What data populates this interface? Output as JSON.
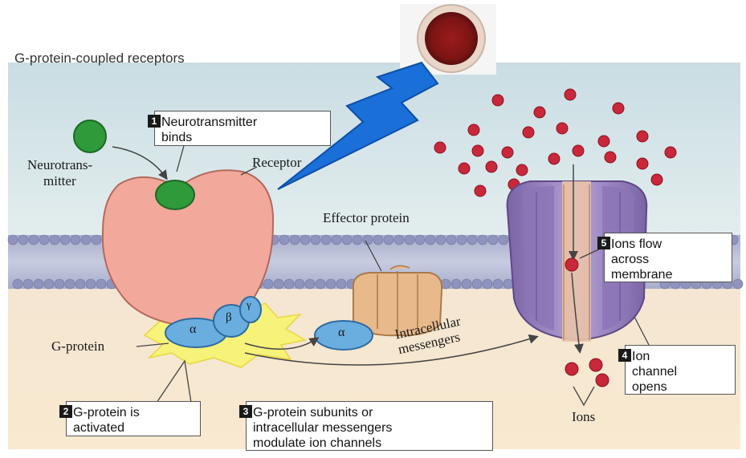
{
  "title": "G-protein-coupled receptors",
  "labels": {
    "neurotransmitter_line1": "Neurotrans-",
    "neurotransmitter_line2": "mitter",
    "receptor": "Receptor",
    "effector_protein": "Effector protein",
    "g_protein": "G-protein",
    "alpha": "α",
    "beta": "β",
    "gamma": "γ",
    "alpha_effector": "α",
    "intracellular_line1": "Intracellular",
    "intracellular_line2": "messengers",
    "ions": "Ions"
  },
  "steps": [
    {
      "number": "1",
      "lines": [
        "Neurotransmitter",
        "binds"
      ]
    },
    {
      "number": "2",
      "lines": [
        "G-protein is",
        "activated"
      ]
    },
    {
      "number": "3",
      "lines": [
        "G-protein subunits or",
        "intracellular messengers",
        "modulate ion channels"
      ]
    },
    {
      "number": "4",
      "lines": [
        "Ion",
        "channel",
        "opens"
      ]
    },
    {
      "number": "5",
      "lines": [
        "Ions flow",
        "across",
        "membrane"
      ]
    }
  ],
  "colors": {
    "extracellular": "#d8e6ea",
    "intracellular": "#f6e3c8",
    "membrane": "#b9bfd8",
    "receptor": "#f2a89a",
    "neurotransmitter": "#2e9a3a",
    "g_protein": "#6aaee0",
    "effector": "#e8b98a",
    "channel": "#9a84c0",
    "ion": "#c8283a",
    "lightning": "#1464d2",
    "activation_burst": "#f7f06a"
  },
  "icons": {
    "lightning": "lightning-bolt-icon",
    "dish": "petri-dish-icon"
  }
}
